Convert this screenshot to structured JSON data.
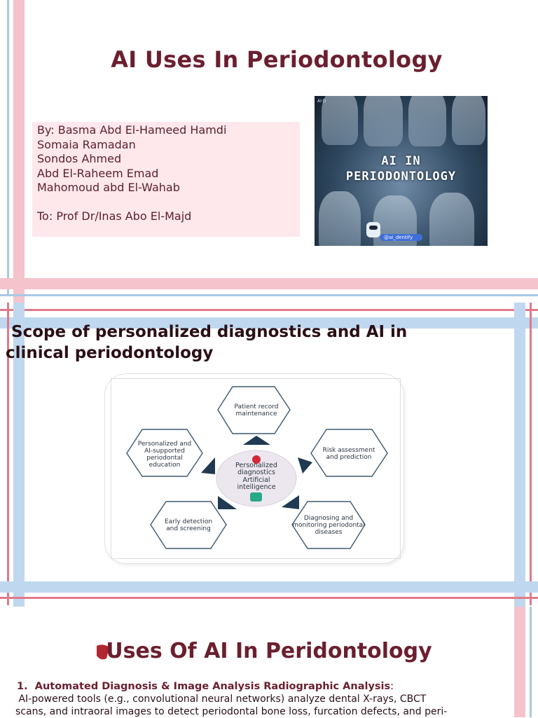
{
  "slide1": {
    "title": "AI  Uses In Periodontology",
    "authors": [
      "By: Basma Abd El-Hameed Hamdi",
      "Somaia Ramadan",
      "Sondos Ahmed",
      "Abd El-Raheem Emad",
      "Mahomoud abd El-Wahab"
    ],
    "to": "To: Prof Dr/Inas Abo El-Majd",
    "cover": {
      "title_line1": "AI IN",
      "title_line2": "PERIODONTOLOGY",
      "handle": "@ai_dentify"
    }
  },
  "slide2": {
    "title_line1": " Scope of personalized diagnostics and AI in",
    "title_line2": "clinical periodontology",
    "diagram": {
      "center": [
        "Personalized",
        "diagnostics",
        "Artificial",
        "intelligence"
      ],
      "nodes": [
        {
          "name": "patient-record",
          "lines": [
            "Patient record",
            "maintenance"
          ]
        },
        {
          "name": "risk-assessment",
          "lines": [
            "Risk assessment",
            "and prediction"
          ]
        },
        {
          "name": "diagnosing-monitoring",
          "lines": [
            "Diagnosing and",
            "monitoring periodontal",
            "diseases"
          ]
        },
        {
          "name": "early-detection",
          "lines": [
            "Early detection",
            "and screening"
          ]
        },
        {
          "name": "education",
          "lines": [
            "Personalized and",
            "AI-supported",
            "periodontal",
            "education"
          ]
        }
      ]
    }
  },
  "slide3": {
    "title": "Uses Of AI In Peridontology",
    "item1_number": "1.",
    "item1_heading": "Automated Diagnosis & Image Analysis Radiographic Analysis",
    "item1_colon": ":",
    "item1_body": [
      " AI-powered tools (e.g., convolutional neural networks) analyze dental X-rays, CBCT",
      "scans, and intraoral images to detect periodontal bone loss, furcation defects, and peri-"
    ]
  },
  "colors": {
    "title": "#6b1f2e",
    "pink_bar": "#f4c3cb",
    "blue_bar": "#bfd8ef",
    "red_line": "#e07a8a",
    "author_box": "#ffe8ec",
    "hex_stroke": "#3d5a70",
    "arrow": "#1f3a52"
  }
}
